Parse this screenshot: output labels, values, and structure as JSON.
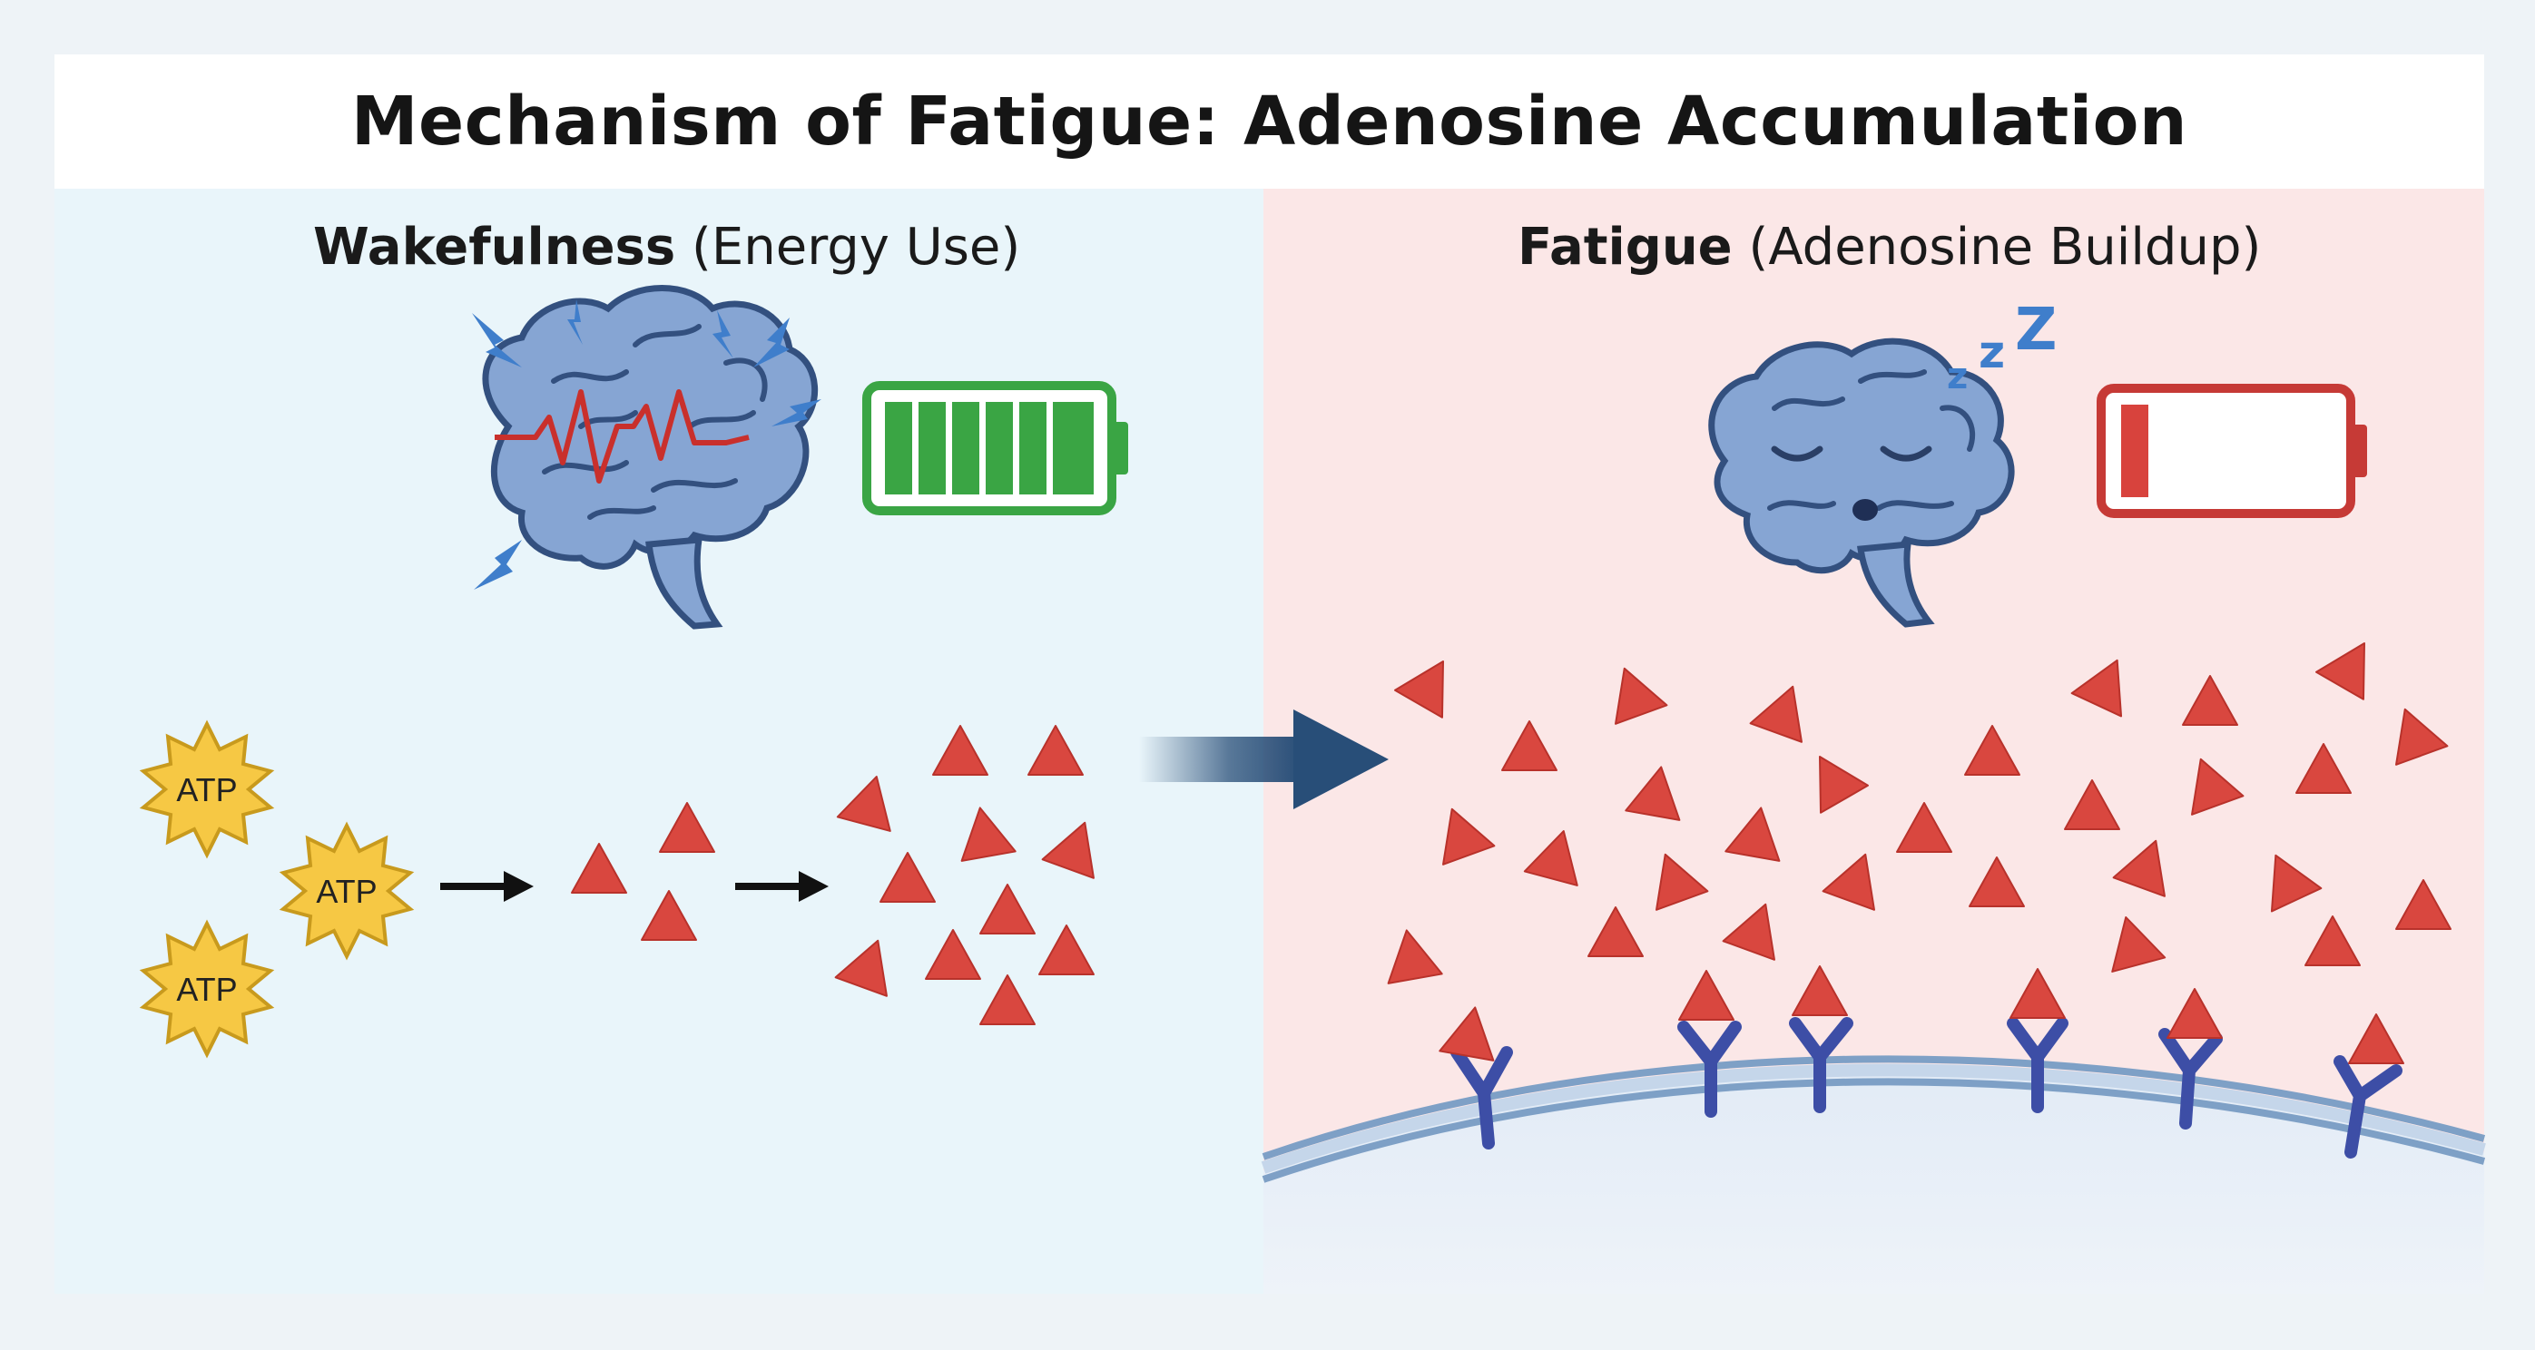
{
  "title": "Mechanism of Fatigue: Adenosine Accumulation",
  "left_panel": {
    "heading_bold": "Wakefulness",
    "heading_rest": " (Energy Use)",
    "atp_labels": [
      "ATP",
      "ATP",
      "ATP"
    ]
  },
  "right_panel": {
    "heading_bold": "Fatigue",
    "heading_rest": " (Adenosine Buildup)",
    "sleep_text": "ZZZ"
  },
  "colors": {
    "adenosine": "#d9473f",
    "atp": "#f6c844",
    "brain": "#7e9fcf",
    "battery_full": "#3aa544",
    "battery_low": "#c63a36",
    "receptor": "#3d4ea6",
    "arrow": "#284e78"
  },
  "icons": [
    "brain-active-icon",
    "brain-sleepy-icon",
    "battery-full-icon",
    "battery-low-icon",
    "atp-burst-icon",
    "adenosine-triangle-icon",
    "receptor-icon",
    "transition-arrow-icon"
  ]
}
